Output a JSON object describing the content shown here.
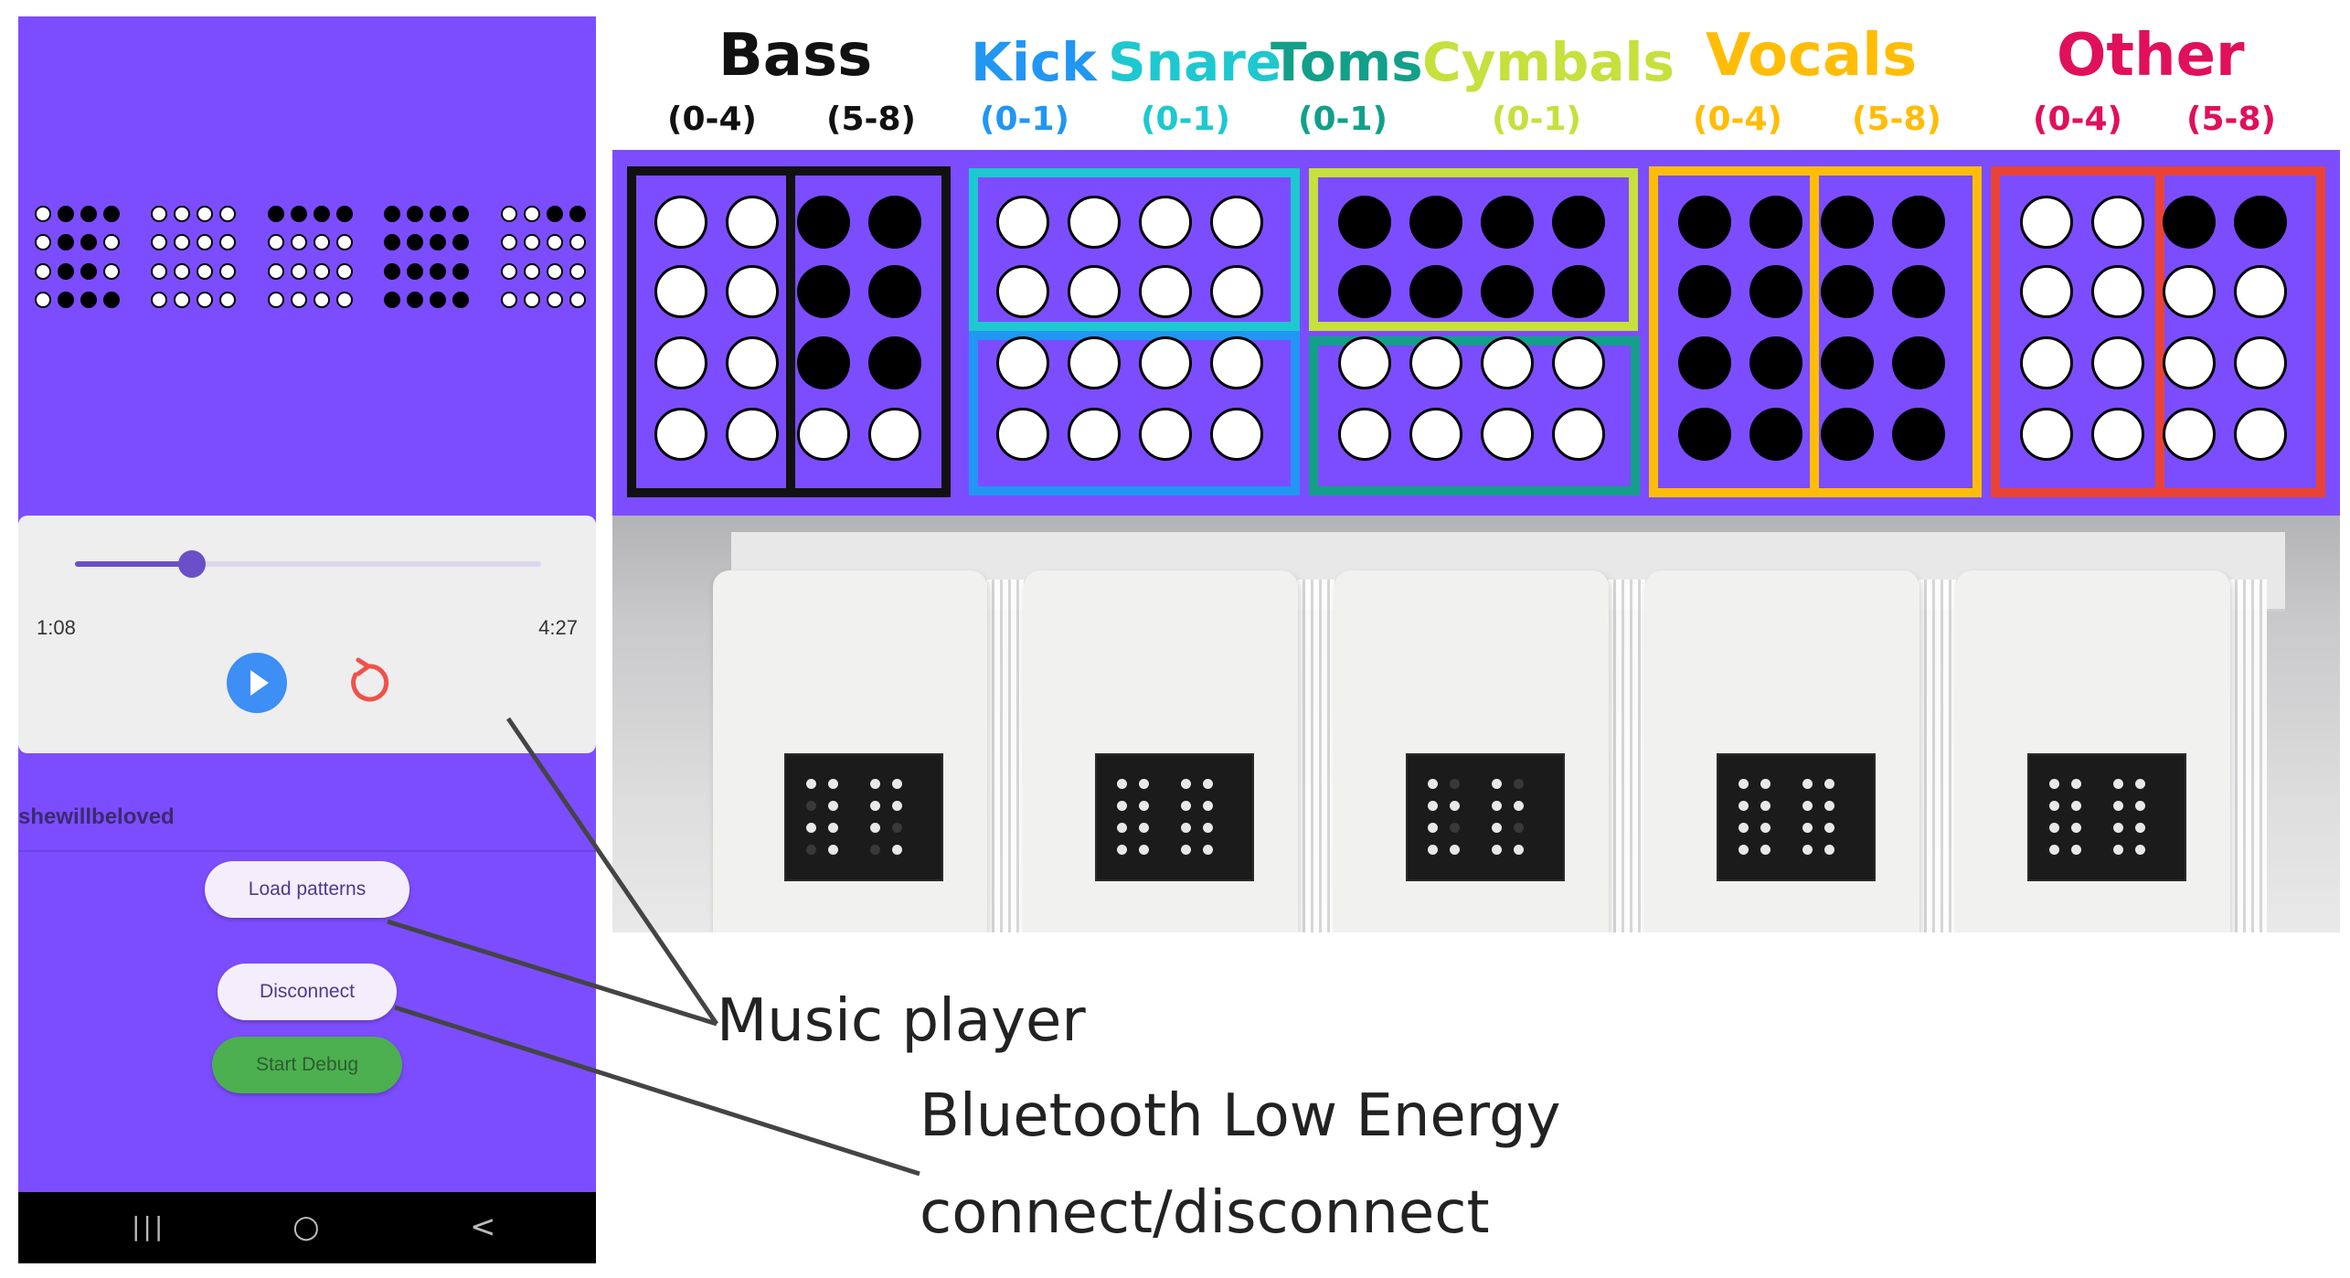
{
  "phone": {
    "pattern_preview": [
      [
        1,
        0,
        0,
        0,
        1,
        0,
        0,
        1,
        1,
        0,
        0,
        1,
        1,
        0,
        0,
        0
      ],
      [
        1,
        1,
        1,
        1,
        1,
        1,
        1,
        1,
        1,
        1,
        1,
        1,
        1,
        1,
        1,
        1
      ],
      [
        0,
        0,
        0,
        0,
        1,
        1,
        1,
        1,
        1,
        1,
        1,
        1,
        1,
        1,
        1,
        1
      ],
      [
        0,
        0,
        0,
        0,
        0,
        0,
        0,
        0,
        0,
        0,
        0,
        0,
        0,
        0,
        0,
        0
      ],
      [
        1,
        1,
        0,
        0,
        1,
        1,
        1,
        1,
        1,
        1,
        1,
        1,
        1,
        1,
        1,
        1
      ]
    ],
    "player": {
      "elapsed": "1:08",
      "duration": "4:27",
      "progress": 0.25
    },
    "song_title": "shewillbeloved",
    "buttons": {
      "load_patterns": "Load patterns",
      "disconnect": "Disconnect",
      "start_debug": "Start Debug"
    },
    "navbar": {
      "recent_icon": "|||",
      "home_icon": "○",
      "back_icon": "<"
    }
  },
  "legend": {
    "groups": [
      {
        "title": "Bass",
        "color": "#111111",
        "ranges": [
          "(0-4)",
          "(5-8)"
        ]
      },
      {
        "title": "Kick",
        "color": "#2196f3",
        "ranges": [
          "(0-1)"
        ]
      },
      {
        "title": "Snare",
        "color": "#1ec8d0",
        "ranges": [
          "(0-1)"
        ]
      },
      {
        "title": "Toms",
        "color": "#12a08a",
        "ranges": [
          "(0-1)"
        ]
      },
      {
        "title": "Cymbals",
        "color": "#c6e03c",
        "ranges": [
          "(0-1)"
        ]
      },
      {
        "title": "Vocals",
        "color": "#ffbd08",
        "ranges": [
          "(0-4)",
          "(5-8)"
        ]
      },
      {
        "title": "Other",
        "color": "#e0105a",
        "ranges": [
          "(0-4)",
          "(5-8)"
        ]
      }
    ],
    "dot_states": [
      [
        1,
        1,
        0,
        0,
        1,
        1,
        1,
        1,
        0,
        0,
        0,
        0,
        0,
        0,
        0,
        0,
        1,
        1,
        0,
        0
      ],
      [
        1,
        1,
        0,
        0,
        1,
        1,
        1,
        1,
        0,
        0,
        0,
        0,
        0,
        0,
        0,
        0,
        1,
        1,
        1,
        1
      ],
      [
        1,
        1,
        0,
        0,
        1,
        1,
        1,
        1,
        1,
        1,
        1,
        1,
        0,
        0,
        0,
        0,
        1,
        1,
        1,
        1
      ],
      [
        1,
        1,
        1,
        1,
        1,
        1,
        1,
        1,
        1,
        1,
        1,
        1,
        0,
        0,
        0,
        0,
        1,
        1,
        1,
        1
      ]
    ]
  },
  "callouts": {
    "music_player": "Music player",
    "ble_line1": "Bluetooth Low Energy",
    "ble_line2": "connect/disconnect"
  }
}
